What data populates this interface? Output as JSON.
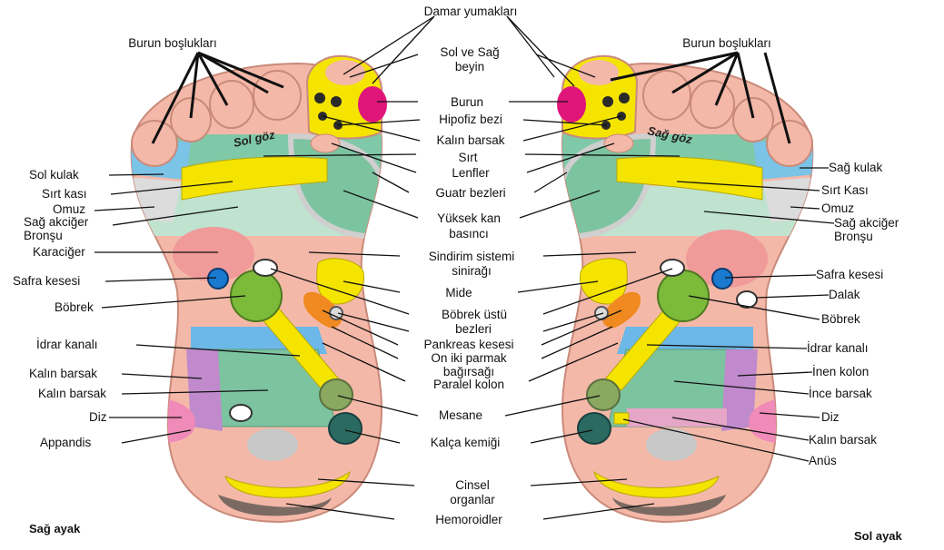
{
  "feet": {
    "right_foot_label": "Sağ ayak",
    "left_foot_label": "Sol ayak",
    "right_toe_label": "Sol göz",
    "left_toe_label": "Sağ göz"
  },
  "labels": {
    "top": "Damar yumakları",
    "burun_bosluklari_left": "Burun boşlukları",
    "burun_bosluklari_right": "Burun boşlukları",
    "sol_ve_sag_beyin_1": "Sol ve Sağ",
    "sol_ve_sag_beyin_2": "beyin",
    "burun": "Burun",
    "hipofiz_bezi": "Hipofiz bezi",
    "kalin_barsak_center": "Kalın barsak",
    "sirt_center": "Sırt",
    "lenfler": "Lenfler",
    "guatr_bezleri": "Guatr bezleri",
    "yuksek_kan_1": "Yüksek kan",
    "yuksek_kan_2": "basıncı",
    "sindirim_1": "Sindirim sistemi",
    "sindirim_2": "sinirağı",
    "mide": "Mide",
    "bobrek_ustu_1": "Böbrek üstü",
    "bobrek_ustu_2": "bezleri",
    "pankreas": "Pankreas kesesi",
    "on_iki_1": "On iki parmak",
    "on_iki_2": "bağırsağı",
    "paralel_kolon": "Paralel kolon",
    "mesane": "Mesane",
    "kalca_kemigi": "Kalça kemiği",
    "cinsel_1": "Cinsel",
    "cinsel_2": "organlar",
    "hemoroidler": "Hemoroidler",
    "sol_kulak": "Sol kulak",
    "sirt_kasi_left": "Sırt kası",
    "omuz_left": "Omuz",
    "sag_akciger_left_1": "Sağ akciğer",
    "sag_akciger_left_2": "Bronşu",
    "karaciger": "Karaciğer",
    "safra_left": "Safra kesesi",
    "bobrek_left": "Böbrek",
    "idrar_left": "İdrar kanalı",
    "kalin_barsak_left_1": "Kalın barsak",
    "kalin_barsak_left_2": "Kalın barsak",
    "diz_left": "Diz",
    "appandis": "Appandis",
    "sag_kulak": "Sağ kulak",
    "sirt_kasi_right": "Sırt Kası",
    "omuz_right": "Omuz",
    "sag_akciger_right_1": "Sağ akciğer",
    "sag_akciger_right_2": "Bronşu",
    "safra_right": "Safra kesesi",
    "dalak": "Dalak",
    "bobrek_right": "Böbrek",
    "idrar_right": "İdrar kanalı",
    "inen_kolon": "İnen kolon",
    "ince_barsak": "İnce barsak",
    "diz_right": "Diz",
    "kalin_barsak_right": "Kalın barsak",
    "anus": "Anüs"
  }
}
